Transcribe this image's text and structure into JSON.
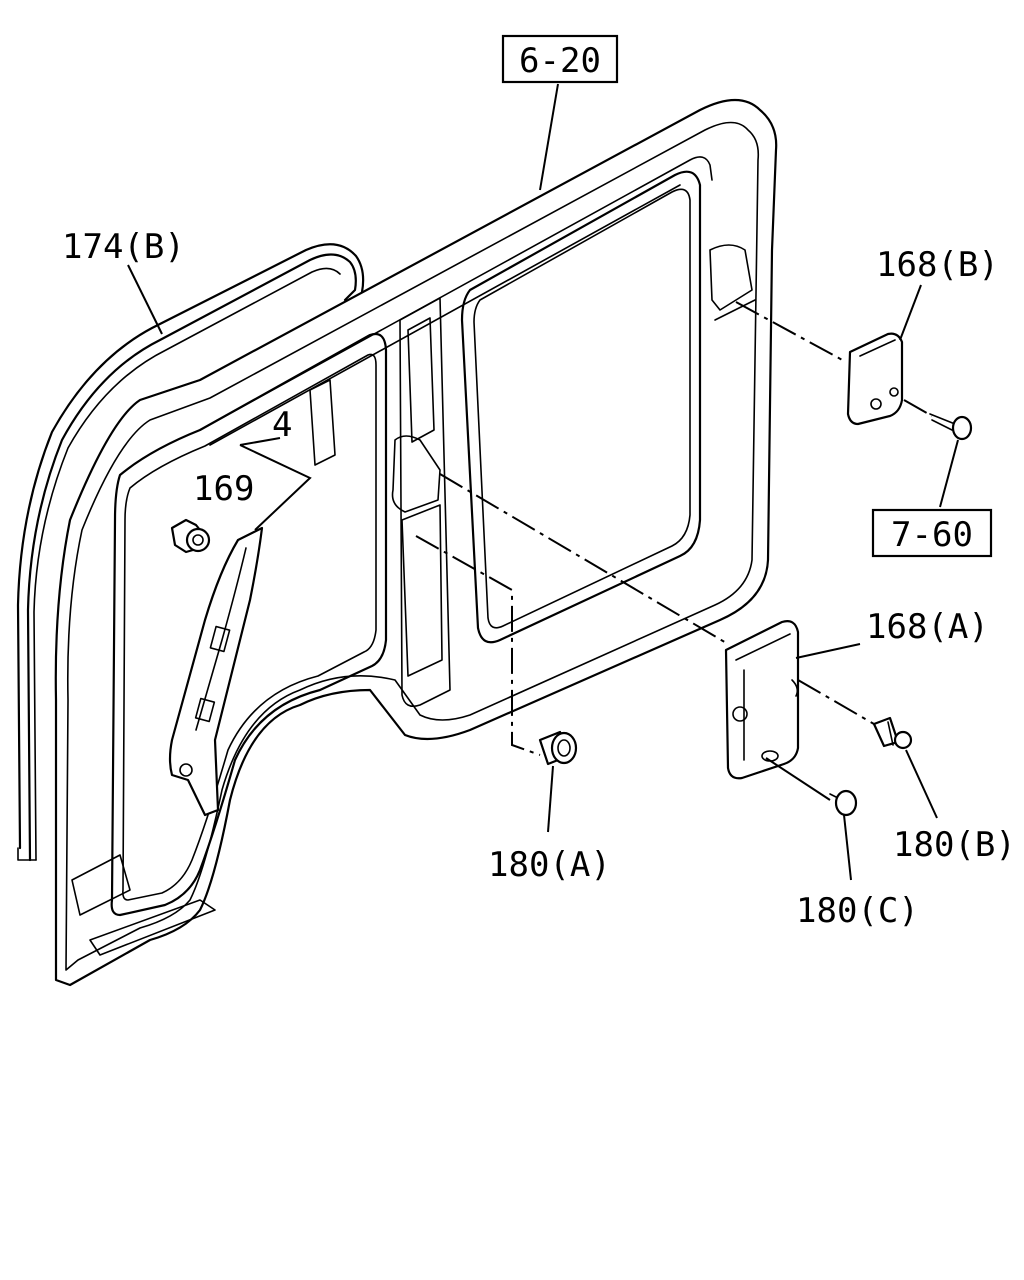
{
  "refs": {
    "ref_6_20": "6-20",
    "ref_7_60": "7-60"
  },
  "parts": {
    "p174b": "174(B)",
    "p4": "4",
    "p169": "169",
    "p168b": "168(B)",
    "p168a": "168(A)",
    "p180a": "180(A)",
    "p180b": "180(B)",
    "p180c": "180(C)"
  }
}
